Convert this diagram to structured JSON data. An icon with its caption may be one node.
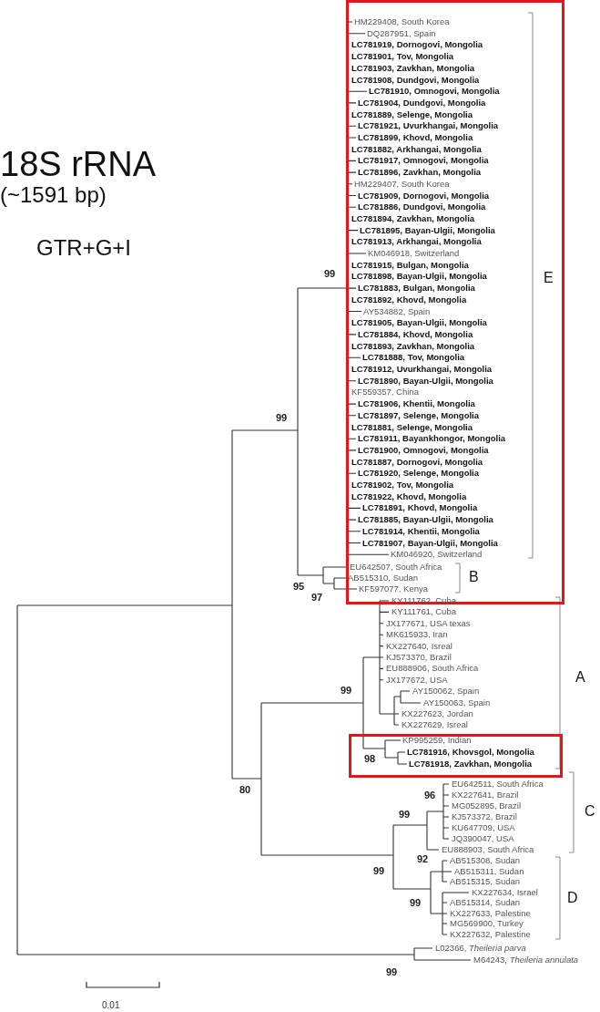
{
  "diagram": {
    "title": "18S rRNA",
    "nodes": [
      {
        "text": [
          "HM229408, South Korea",
          "DQ287951, Spain",
          "LC781919, Dornogovi, Mongolia",
          "LC781901, Tov, Mongolia",
          "LC781903, Zavkhan, Mongolia",
          "LC781908, Dundgovi, Mongolia",
          "LC781910, Omnogovi, Mongolia",
          "LC781904, Dundgovi, Mongolia",
          "LC781889, Selenge, Mongolia",
          "LC781921, Uvurkhangai, Mongolia",
          "LC781899, Khovd, Mongolia",
          "LC781882, Arkhangai, Mongolia",
          "LC781917, Omnogovi, Mongolia",
          "LC781896, Zavkhan, Mongolia",
          "HM229407, South Korea",
          "LC781909, Dornogovi, Mongolia",
          "LC781886, Dundgovi, Mongolia",
          "LC781894, Zavkhan, Mongolia",
          "LC781895, Bayan-Ulgii, Mongolia",
          "LC781913, Arkhangai, Mongolia",
          "KM046918, Switzerland",
          "LC781915, Bulgan, Mongolia",
          "LC781898, Bayan-Ulgii, Mongolia",
          "LC781883, Bulgan, Mongolia",
          "LC781892, Khovd, Mongolia",
          "AY534882, Spain",
          "LC781905, Bayan-Ulgii, Mongolia",
          "LC781884, Khovd, Mongolia",
          "LC781893, Zavkhan, Mongolia",
          "LC781888, Tov, Mongolia",
          "LC781912, Uvurkhangai, Mongolia",
          "LC781890, Bayan-Ulgii, Mongolia",
          "KF559357, China",
          "LC781906, Khentii, Mongolia",
          "LC781897, Selenge, Mongolia",
          "LC781881, Selenge, Mongolia",
          "LC781911, Bayankhongor, Mongolia",
          "LC781900, Omnogovi, Mongolia",
          "LC781887, Dornogovi, Mongolia",
          "LC781920, Selenge, Mongolia",
          "LC781902, Tov, Mongolia",
          "LC781922, Khovd, Mongolia",
          "LC781891, Khovd, Mongolia",
          "LC781885, Bayan-Ulgii, Mongolia",
          "LC781914, Khentii, Mongolia",
          "LC781907, Bayan-Ulgii, Mongolia",
          "KM046920, Switzerland",
          "E",
          "EU642507, South Africa",
          "AB515310, Sudan",
          "KF597077, Kenya",
          "B"
        ]
      },
      {
        "text": [
          "KP995259, Indian",
          "LC781916, Khovsgol, Mongolia",
          "LC781918, Zavkhan, Mongolia"
        ]
      }
    ],
    "labels": [
      "(~1591 bp)",
      "GTR+G+I",
      "99",
      "99",
      "95",
      "97",
      "KY111762, Cuba",
      "KY111761, Cuba",
      "JX177671, USA texas",
      "MK615933, Iran",
      "KX227640, Isreal",
      "KJ573370, Brazil",
      "EU888906, South Africa",
      "JX177672, USA",
      "AY150062, Spain",
      "AY150063, Spain",
      "KX227623, Jordan",
      "KX227629, Isreal",
      "A",
      "99",
      "98",
      "80",
      "EU642511, South Africa",
      "KX227641, Brazil",
      "MG052895, Brazil",
      "KJ573372, Brazil",
      "KU647709, USA",
      "JQ390047, USA",
      "EU888903, South Africa",
      "96",
      "C",
      "99",
      "92",
      "99",
      "AB515308, Sudan",
      "AB515311, Sudan",
      "AB515315, Sudan",
      "KX227634, Israel",
      "AB515314, Sudan",
      "KX227633, Palestine",
      "MG569900, Turkey",
      "KX227632, Palestine",
      "D",
      "99",
      "L02366, *Theileria parva*",
      "M64243, *Theileria annulata*",
      "99",
      "0.01"
    ]
  }
}
